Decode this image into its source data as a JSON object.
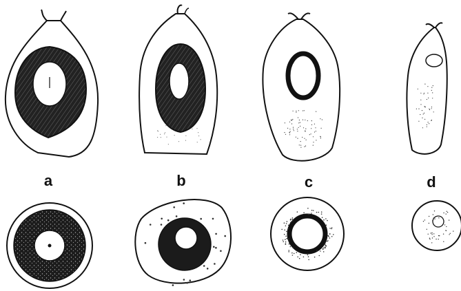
{
  "labels": {
    "a": "a",
    "b": "b",
    "c": "c",
    "d": "d"
  },
  "colors": {
    "ink": "#111111",
    "paper": "#ffffff",
    "dark_fill": "#1a1a1a"
  }
}
